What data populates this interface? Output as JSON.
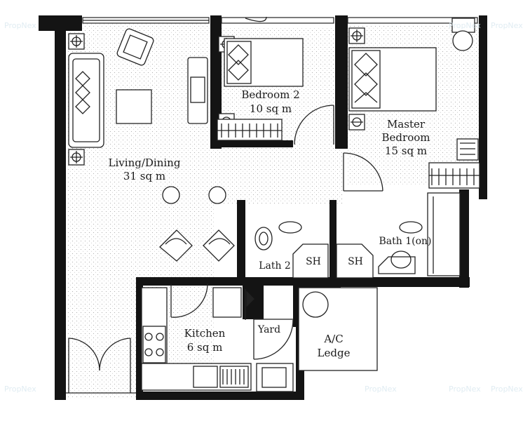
{
  "colors": {
    "wall": "#141414",
    "floor_fill": "#f3f3f3",
    "line": "#222222",
    "watermark": "#d6e6ee"
  },
  "watermark_text": "PropNex",
  "rooms": {
    "living": {
      "name": "Living/Dining",
      "area": "31 sq m"
    },
    "bedroom2": {
      "name": "Bedroom 2",
      "area": "10 sq m"
    },
    "master": {
      "name": "Master",
      "name_line2": "Bedroom",
      "area": "15 sq m"
    },
    "bath1": {
      "name": "Bath 1(on)"
    },
    "bath2": {
      "name": "Lath 2"
    },
    "kitchen": {
      "name": "Kitchen",
      "area": "6 sq m"
    },
    "yard": {
      "name": "Yard"
    },
    "ac": {
      "name": "A/C",
      "name_line2": "Ledge"
    }
  },
  "fixtures": {
    "shower_label": "SH"
  }
}
